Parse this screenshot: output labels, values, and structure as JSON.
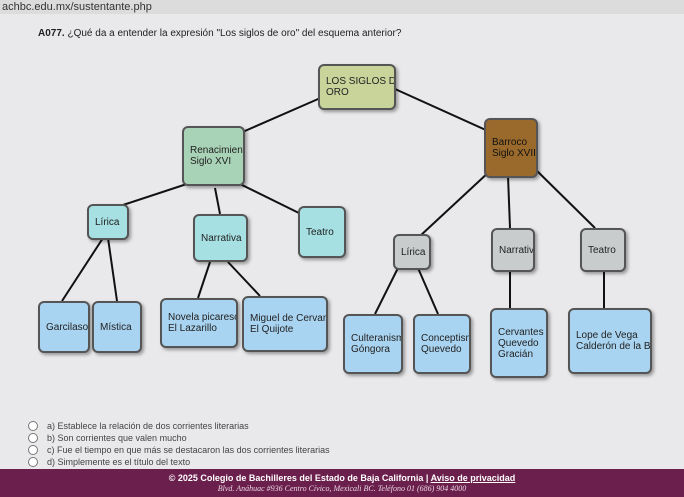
{
  "browser": {
    "url": "achbc.edu.mx/sustentante.php"
  },
  "question": {
    "number": "A077.",
    "text": " ¿Qué da a entender la expresión \"Los siglos de oro\" del esquema anterior?"
  },
  "diagram": {
    "root": {
      "line1": "LOS SIGLOS DE",
      "line2": "ORO"
    },
    "renacimiento": {
      "line1": "Renacimiento",
      "line2": "Siglo XVI"
    },
    "barroco": {
      "line1": "Barroco",
      "line2": "Siglo XVII"
    },
    "ren_lirica": "Lírica",
    "ren_narrativa": "Narrativa",
    "ren_teatro": "Teatro",
    "bar_lirica": "Lírica",
    "bar_narrativa": "Narrativa",
    "bar_teatro": "Teatro",
    "garcilaso": "Garcilaso",
    "mistica": "Mística",
    "novela": {
      "line1": "Novela picaresca",
      "line2": "El Lazarillo"
    },
    "cervantes1": {
      "line1": "Miguel de Cervantes",
      "line2": "El Quijote"
    },
    "culteranismo": {
      "line1": "Culteranismo",
      "line2": "Góngora"
    },
    "conceptismo": {
      "line1": "Conceptismo",
      "line2": "Quevedo"
    },
    "cervantes2": {
      "line1": "Cervantes",
      "line2": "Quevedo",
      "line3": "Gracián"
    },
    "lope": {
      "line1": "Lope de Vega",
      "line2": "Calderón de la Barca"
    }
  },
  "options": [
    "a) Establece la relación de dos corrientes literarias",
    "b) Son corrientes que valen mucho",
    "c) Fue el tiempo en que más se destacaron las dos corrientes literarias",
    "d) Simplemente es el título del texto"
  ],
  "footer": {
    "copyright": "© 2025 Colegio de Bachilleres del Estado de Baja California | ",
    "privacy_link": "Aviso de privacidad",
    "address": "Blvd. Anáhuac #936 Centro Cívico, Mexicali BC. Teléfono 01 (686) 904 4000"
  }
}
